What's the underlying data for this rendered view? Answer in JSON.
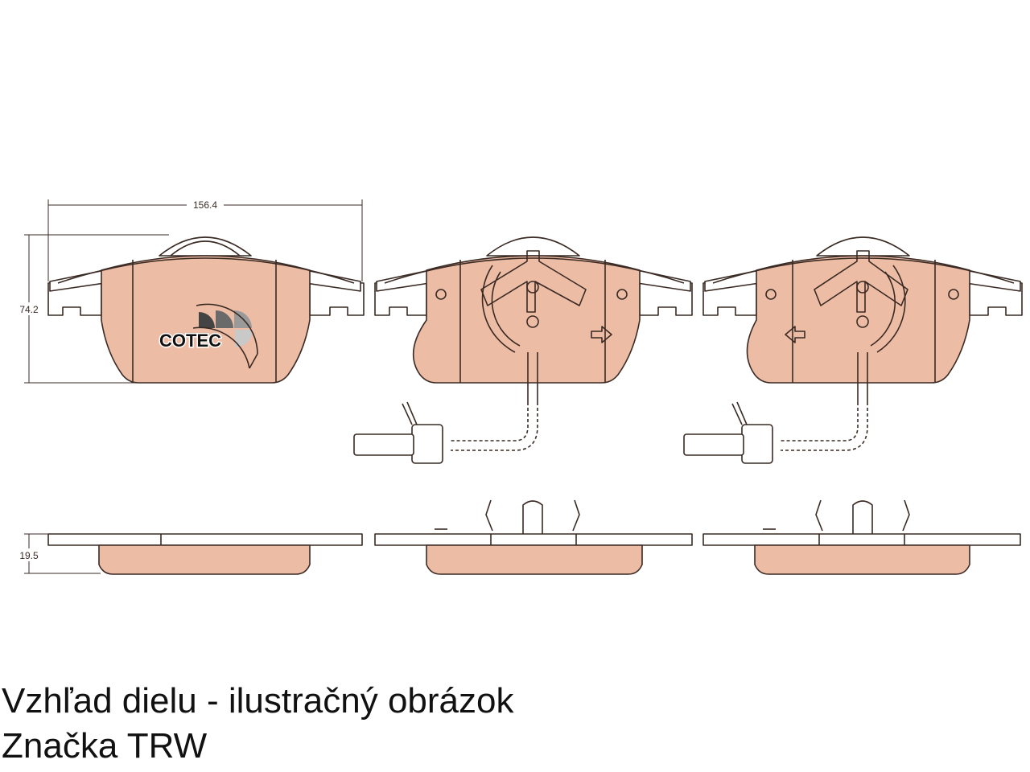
{
  "dimensions": {
    "width": "156.4",
    "height": "74.2",
    "thickness": "19.5"
  },
  "logo": {
    "text": "COTEC"
  },
  "caption": {
    "line1": "Vzhľad dielu - ilustračný obrázok",
    "line2": "Značka TRW"
  },
  "colors": {
    "pad": "#edbca5",
    "line": "#3a2a24"
  }
}
